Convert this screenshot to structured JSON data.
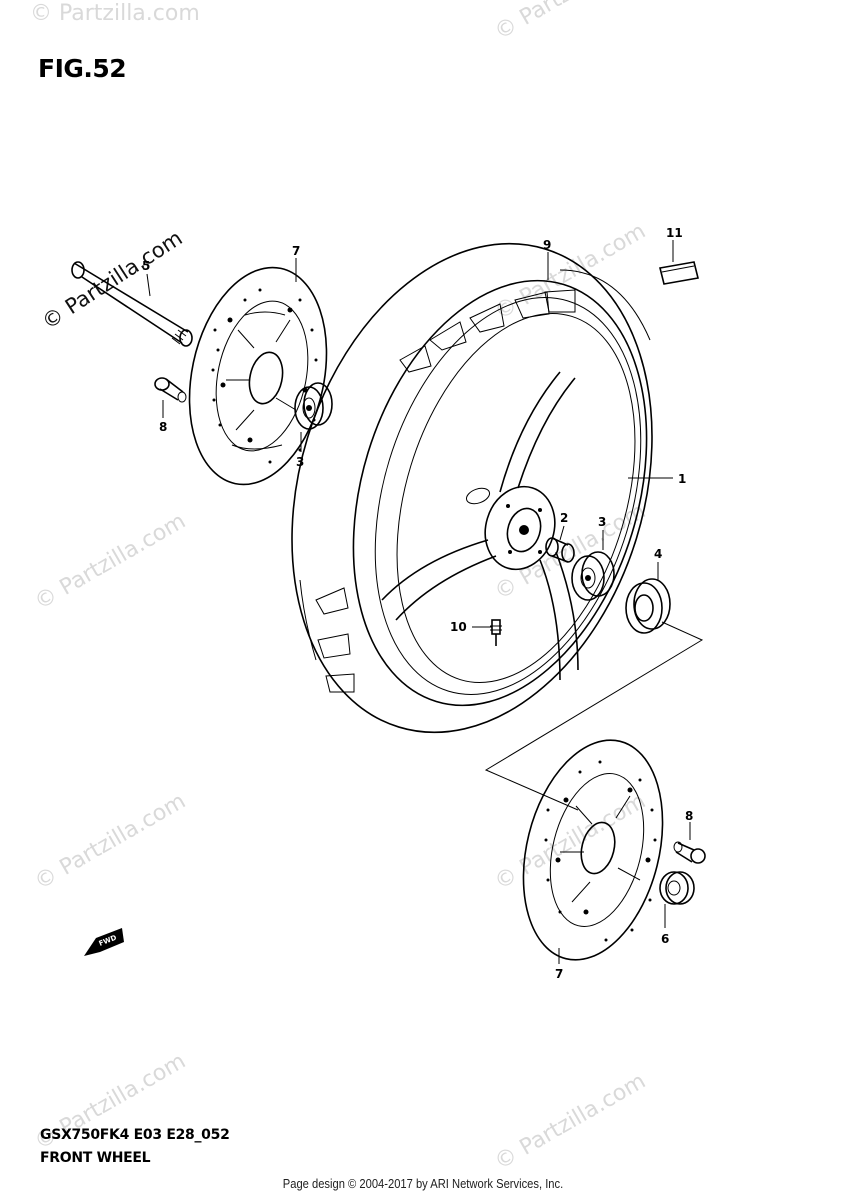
{
  "figure": {
    "number": "FIG.52",
    "model_code": "GSX750FK4 E03 E28_052",
    "caption": "FRONT WHEEL"
  },
  "footer": {
    "text": "Page design © 2004-2017 by ARI Network Services, Inc."
  },
  "watermark": {
    "text": "© Partzilla.com"
  },
  "callouts": [
    {
      "id": "callout-1",
      "label": "1"
    },
    {
      "id": "callout-2",
      "label": "2"
    },
    {
      "id": "callout-3a",
      "label": "3"
    },
    {
      "id": "callout-3b",
      "label": "3"
    },
    {
      "id": "callout-4",
      "label": "4"
    },
    {
      "id": "callout-5",
      "label": "5"
    },
    {
      "id": "callout-6",
      "label": "6"
    },
    {
      "id": "callout-7a",
      "label": "7"
    },
    {
      "id": "callout-7b",
      "label": "7"
    },
    {
      "id": "callout-8a",
      "label": "8"
    },
    {
      "id": "callout-8b",
      "label": "8"
    },
    {
      "id": "callout-9",
      "label": "9"
    },
    {
      "id": "callout-10",
      "label": "10"
    },
    {
      "id": "callout-11",
      "label": "11"
    }
  ],
  "direction_arrow": {
    "label": "FWD"
  }
}
